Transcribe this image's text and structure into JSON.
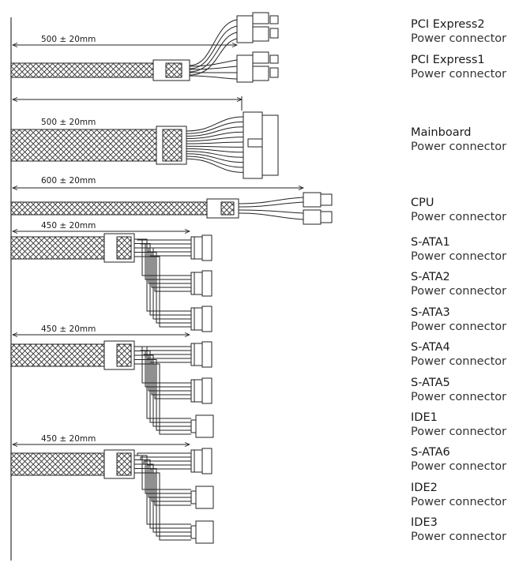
{
  "labels": [
    {
      "name": "PCI Express2",
      "sub": "Power connector"
    },
    {
      "name": "PCI Express1",
      "sub": "Power connector"
    },
    {
      "name": "Mainboard",
      "sub": "Power connector"
    },
    {
      "name": "CPU",
      "sub": "Power connector"
    },
    {
      "name": "S-ATA1",
      "sub": "Power connector"
    },
    {
      "name": "S-ATA2",
      "sub": "Power connector"
    },
    {
      "name": "S-ATA3",
      "sub": "Power connector"
    },
    {
      "name": "S-ATA4",
      "sub": "Power connector"
    },
    {
      "name": "S-ATA5",
      "sub": "Power connector"
    },
    {
      "name": "IDE1",
      "sub": "Power connector"
    },
    {
      "name": "S-ATA6",
      "sub": "Power connector"
    },
    {
      "name": "IDE2",
      "sub": "Power connector"
    },
    {
      "name": "IDE3",
      "sub": "Power connector"
    }
  ],
  "dimensions": [
    {
      "text": "500 ± 20mm"
    },
    {
      "text": "500 ± 20mm"
    },
    {
      "text": "600 ± 20mm"
    },
    {
      "text": "450 ± 20mm"
    },
    {
      "text": "450 ± 20mm"
    },
    {
      "text": "450 ± 20mm"
    }
  ]
}
